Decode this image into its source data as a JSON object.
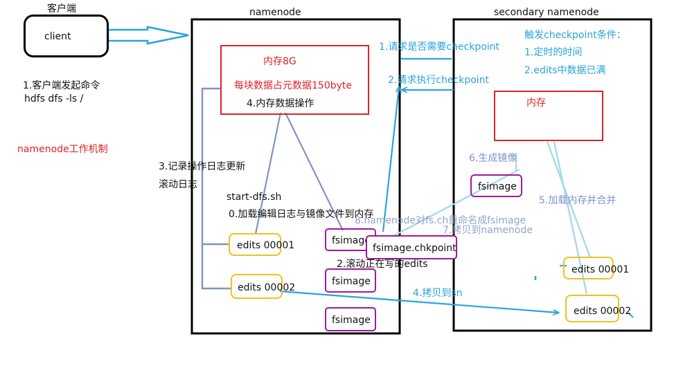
{
  "client_side": {
    "title": "客户端",
    "client_box": "client",
    "command_line1": "1.客户端发起命令",
    "command_line2": "hdfs dfs -ls /"
  },
  "caption": "namenode工作机制",
  "namenode": {
    "title": "namenode",
    "memory_title": "内存8G",
    "memory_note": "每块数据占元数据150byte",
    "memory_op": "4.内存数据操作",
    "log_step_line1": "3.记录操作日志更新",
    "log_step_line2": "滚动日志",
    "start_cmd": "start-dfs.sh",
    "load_step": "0.加载编辑日志与镜像文件到内存",
    "edits1": "edits 00001",
    "edits2": "edits 00002",
    "fsimage1": "fsimage",
    "fsimage2": "fsimage",
    "fsimage3": "fsimage",
    "chkpoint": "fsimage.chkpoint",
    "roll_step": "2.滚动正在写的edits"
  },
  "secondary": {
    "title": "secondary namenode",
    "trigger_title": "触发checkpoint条件：",
    "trigger_1": "1.定时的时间",
    "trigger_2": "2.edits中数据已满",
    "memory_title": "内存",
    "gen_image": "6.生成镜像",
    "fsimage": "fsimage",
    "load_merge": "5.加载内存并合并",
    "edits1": "edits 00001",
    "edits2": "edits 00002"
  },
  "flows": {
    "ask_checkpoint": "1.请求是否需要checkpoint",
    "do_checkpoint": "2.请求执行checkpoint",
    "rename": "8.namenode对fs.ch重命名成fsimage",
    "copy_to_nn": "7.拷贝到namenode",
    "copy_to_sn": "4.拷贝到sn"
  },
  "colors": {
    "black": "#111111",
    "red": "#e0212a",
    "blue": "#29a3dd",
    "gray_blue": "#7f93c6",
    "light_blue": "#a6d9ea",
    "yellow": "#f3c01a",
    "purple": "#a0189a"
  }
}
